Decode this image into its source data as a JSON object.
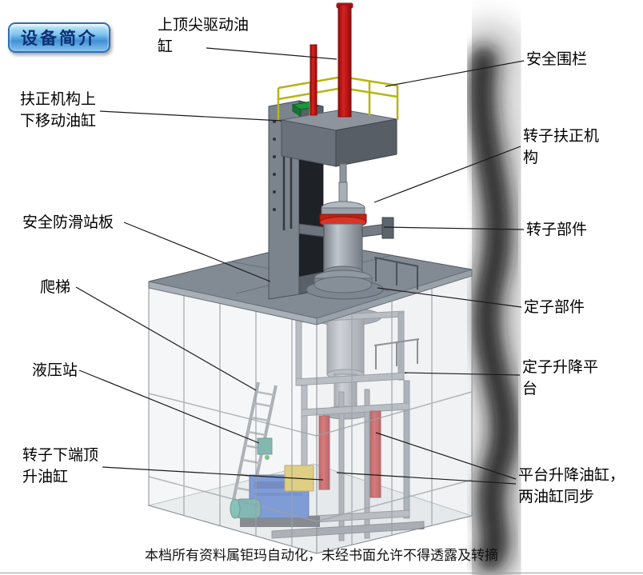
{
  "badge": {
    "label": "设备简介"
  },
  "labels": [
    {
      "id": "top-spindle-cylinder",
      "text": "上顶尖驱动油缸"
    },
    {
      "id": "safety-fence",
      "text": "安全围栏"
    },
    {
      "id": "centering-lift-cylinder",
      "text": "扶正机构上下移动油缸"
    },
    {
      "id": "rotor-centering-mechanism",
      "text": "转子扶正机构"
    },
    {
      "id": "anti-slip-platform",
      "text": "安全防滑站板"
    },
    {
      "id": "rotor-component",
      "text": "转子部件"
    },
    {
      "id": "ladder",
      "text": "爬梯"
    },
    {
      "id": "stator-component",
      "text": "定子部件"
    },
    {
      "id": "hydraulic-station",
      "text": "液压站"
    },
    {
      "id": "stator-lift-platform",
      "text": "定子升降平台"
    },
    {
      "id": "rotor-bottom-jack-cylinder",
      "text": "转子下端顶升油缸"
    },
    {
      "id": "platform-lift-cylinders",
      "text": "平台升降油缸，两油缸同步"
    }
  ],
  "footer": {
    "text": "本档所有资料属钜玛自动化，未经书面允许不得透露及转摘"
  },
  "colors": {
    "cylinder_red": "#c41212",
    "railing_yellow": "#b5b513",
    "hydraulic_blue": "#2a5bc4",
    "badge_blue": "#3f8fd4",
    "platform_gray": "#828a94"
  }
}
